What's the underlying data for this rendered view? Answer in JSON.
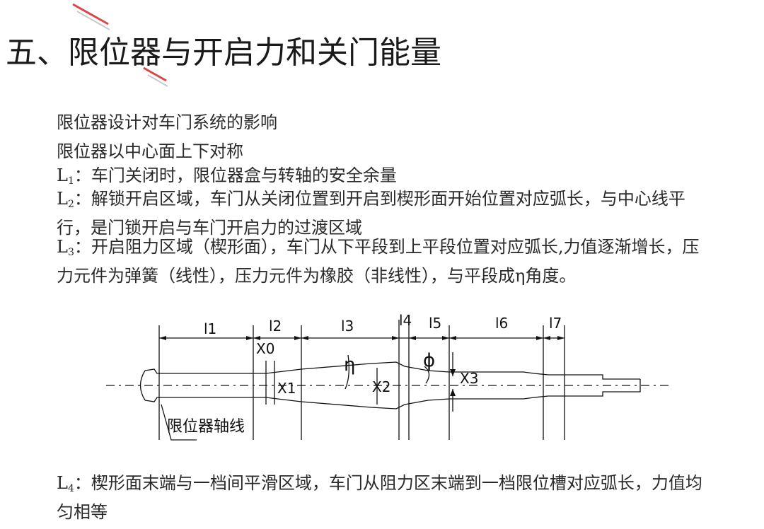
{
  "title": "五、限位器与开启力和关门能量",
  "intro": [
    "限位器设计对车门系统的影响",
    "限位器以中心面上下对称"
  ],
  "items": [
    {
      "label": "L",
      "sub": "1",
      "text": "：车门关闭时，限位器盒与转轴的安全余量"
    },
    {
      "label": "L",
      "sub": "2",
      "text": "：解锁开启区域，车门从关闭位置到开启到楔形面开始位置对应弧长，与中心线平行，是门锁开启与车门开启力的过渡区域"
    },
    {
      "label": "L",
      "sub": "3",
      "text": "：开启阻力区域（楔形面），车门从下平段到上平段位置对应弧长,力值逐渐增长，压力元件为弹簧（线性），压力元件为橡胶（非线性），与平段成η角度。"
    },
    {
      "label": "L",
      "sub": "4",
      "text": "：楔形面末端与一档间平滑区域，车门从阻力区末端到一档限位槽对应弧长，力值均匀相等"
    }
  ],
  "diagram": {
    "segments": [
      "l1",
      "l2",
      "l3",
      "l4",
      "l5",
      "l6",
      "l7"
    ],
    "symbols": {
      "x0": "X0",
      "x1": "X1",
      "x2": "X2",
      "x3": "X3",
      "eta": "η",
      "phi": "ϕ"
    },
    "axis_label": "限位器轴线"
  }
}
